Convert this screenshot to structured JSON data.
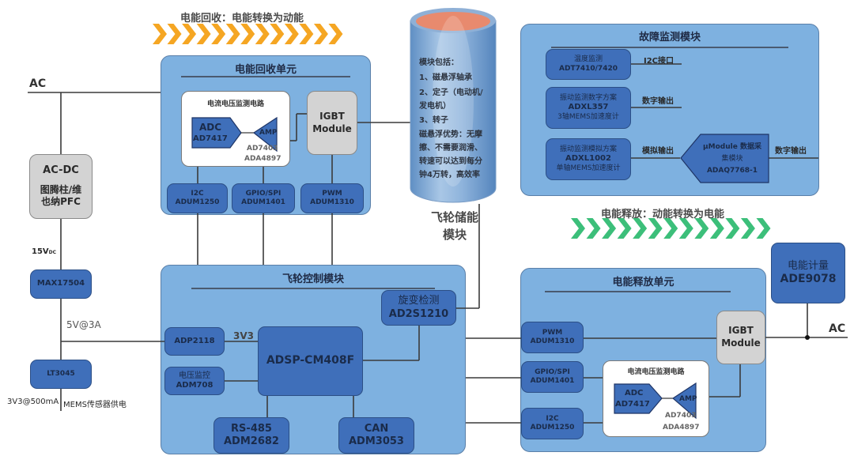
{
  "colors": {
    "panel_fill": "#7eb1e0",
    "chip_fill": "#3f6fba",
    "gray_fill": "#d3d3d3",
    "recovery_arrow": "#f5a623",
    "release_arrow": "#3cbf7a",
    "cylinder_top": "#e88a6e"
  },
  "top_arrow": {
    "title": "电能回收：电能转换为动能",
    "chevron_count": 13
  },
  "bottom_arrow": {
    "title": "电能释放：动能转换为电能",
    "chevron_count": 13
  },
  "left_power": {
    "ac_label": "AC",
    "acdc": {
      "line1": "AC-DC",
      "line2": "图腾柱/维",
      "line3": "也纳PFC"
    },
    "v15_label": "15V",
    "v15_sub": "DC",
    "max17504": "MAX17504",
    "v5_label": "5V@3A",
    "lt3045": "LT3045",
    "v33_label": "3V3@500mA",
    "mems_label": "MEMS传感器供电"
  },
  "recovery_unit": {
    "title": "电能回收单元",
    "monitor_title": "电流电压监测电路",
    "adc_name": "ADC",
    "adc_part": "AD7417",
    "amp_name": "AMP",
    "amp_part1": "AD7403",
    "amp_part2": "ADA4897",
    "igbt_line1": "IGBT",
    "igbt_line2": "Module",
    "i2c": {
      "line1": "I2C",
      "line2": "ADUM1250"
    },
    "gpio": {
      "line1": "GPIO/SPI",
      "line2": "ADUM1401"
    },
    "pwm": {
      "line1": "PWM",
      "line2": "ADUM1310"
    }
  },
  "flywheel": {
    "lines": [
      "模块包括：",
      "1、磁悬浮轴承",
      "2、定子（电动机/",
      "发电机）",
      "3、转子",
      "磁悬浮优势：无摩",
      "擦、不需要润滑、",
      "转速可以达到每分",
      "钟4万转，高效率"
    ],
    "caption1": "飞轮储能",
    "caption2": "模块"
  },
  "fault_module": {
    "title": "故障监测模块",
    "temp": {
      "line1": "温度监测",
      "line2": "ADT7410/7420",
      "out": "I2C接口"
    },
    "vib_digital": {
      "line1": "振动监测数字方案",
      "line2": "ADXL357",
      "line3": "3轴MEMS加速度计",
      "out": "数字输出"
    },
    "vib_analog": {
      "line1": "振动监测模拟方案",
      "line2": "ADXL1002",
      "line3": "单轴MEMS加速度计",
      "out": "模拟输出"
    },
    "umodule": {
      "line1": "μModule 数据采",
      "line2": "集模块",
      "line3": "ADAQ7768-1",
      "out": "数字输出"
    }
  },
  "control_module": {
    "title": "飞轮控制模块",
    "adp2118": "ADP2118",
    "v33": "3V3",
    "adm708": {
      "line1": "电压监控",
      "line2": "ADM708"
    },
    "dsp": "ADSP-CM408F",
    "resolver": {
      "line1": "旋变检测",
      "line2": "AD2S1210"
    },
    "rs485": {
      "line1": "RS-485",
      "line2": "ADM2682"
    },
    "can": {
      "line1": "CAN",
      "line2": "ADM3053"
    }
  },
  "release_unit": {
    "title": "电能释放单元",
    "pwm": {
      "line1": "PWM",
      "line2": "ADUM1310"
    },
    "gpio": {
      "line1": "GPIO/SPI",
      "line2": "ADUM1401"
    },
    "i2c": {
      "line1": "I2C",
      "line2": "ADUM1250"
    },
    "igbt_line1": "IGBT",
    "igbt_line2": "Module",
    "monitor_title": "电流电压监测电路",
    "adc_name": "ADC",
    "adc_part": "AD7417",
    "amp_name": "AMP",
    "amp_part1": "AD7403",
    "amp_part2": "ADA4897"
  },
  "energy_meter": {
    "line1": "电能计量",
    "line2": "ADE9078",
    "ac_label": "AC"
  }
}
